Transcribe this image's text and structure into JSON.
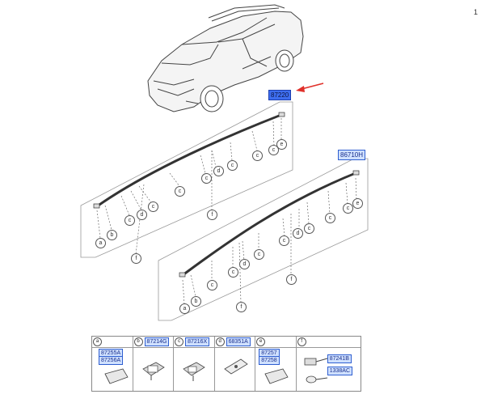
{
  "page_number": "1",
  "top_assembly": {
    "part_label": "87220"
  },
  "bottom_assembly": {
    "part_label": "86710H"
  },
  "callouts": {
    "a": "a",
    "b": "b",
    "c": "c",
    "d": "d",
    "e": "e",
    "f": "f"
  },
  "legend": {
    "a": {
      "letter": "a",
      "parts": [
        "87255A",
        "87256A"
      ]
    },
    "b": {
      "letter": "b",
      "parts": [
        "87214G"
      ]
    },
    "c": {
      "letter": "c",
      "parts": [
        "87216X"
      ]
    },
    "d": {
      "letter": "d",
      "parts": [
        "68351A"
      ]
    },
    "e": {
      "letter": "e",
      "parts": [
        "87257",
        "87258"
      ]
    },
    "f": {
      "letter": "f",
      "parts": [
        "87241B",
        "1338AC"
      ]
    }
  },
  "colors": {
    "label_bg": "#cfe0ff",
    "label_border": "#2f5fd0",
    "arrow": "#e0302a"
  }
}
